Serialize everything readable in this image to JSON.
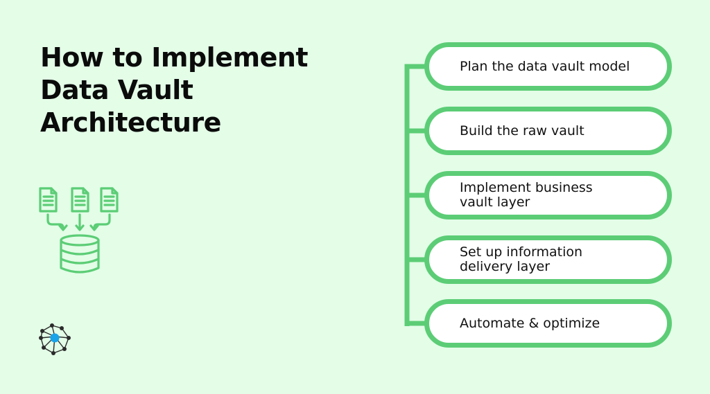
{
  "title": {
    "line1": "How to Implement",
    "line2": "Data Vault",
    "line3": "Architecture"
  },
  "colors": {
    "background": "#e3fde7",
    "accent": "#5ccd76",
    "text": "#0b0b0b",
    "logo_accent": "#1aa3e8"
  },
  "illustration": {
    "icons": [
      "document-icon",
      "document-icon",
      "document-icon",
      "arrow-down-icon",
      "database-icon"
    ]
  },
  "logo": {
    "icon": "network-logo-icon"
  },
  "steps": [
    {
      "label": "Plan the data vault model"
    },
    {
      "label": "Build the raw vault"
    },
    {
      "label": "Implement business\nvault layer"
    },
    {
      "label": "Set up information\ndelivery layer"
    },
    {
      "label": "Automate & optimize"
    }
  ]
}
